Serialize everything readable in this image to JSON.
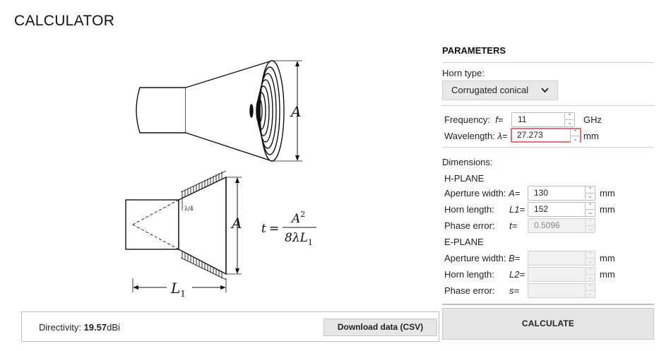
{
  "page": {
    "title": "CALCULATOR"
  },
  "diagram": {
    "label_A": "A",
    "label_lambda4": "λ/4",
    "label_L1": "L",
    "label_L1_sub": "1",
    "formula_lhs": "t =",
    "formula_num": "A",
    "formula_num_sup": "2",
    "formula_den": "8λL",
    "formula_den_sub": "1"
  },
  "parameters": {
    "title": "PARAMETERS",
    "horn_type_label": "Horn type:",
    "horn_type_value": "Corrugated conical",
    "frequency": {
      "label": "Frequency:",
      "symbol": "f=",
      "value": "11",
      "unit": "GHz"
    },
    "wavelength": {
      "label": "Wavelength:",
      "symbol": "λ=",
      "value": "27.273",
      "unit": "mm"
    },
    "dimensions_label": "Dimensions:",
    "h_plane": {
      "title": "H-PLANE",
      "aperture": {
        "label": "Aperture width:",
        "symbol": "A=",
        "value": "130",
        "unit": "mm"
      },
      "length": {
        "label": "Horn length:",
        "symbol": "L1=",
        "value": "152",
        "unit": "mm"
      },
      "phase": {
        "label": "Phase error:",
        "symbol": "t=",
        "value": "0.5096"
      }
    },
    "e_plane": {
      "title": "E-PLANE",
      "aperture": {
        "label": "Aperture width:",
        "symbol": "B=",
        "value": "",
        "unit": "mm"
      },
      "length": {
        "label": "Horn length:",
        "symbol": "L2=",
        "value": "",
        "unit": "mm"
      },
      "phase": {
        "label": "Phase error:",
        "symbol": "s=",
        "value": ""
      }
    }
  },
  "actions": {
    "calculate_label": "CALCULATE",
    "download_label": "Download data (CSV)"
  },
  "result": {
    "label": "Directivity:",
    "value": "19.57",
    "unit": "dBi"
  },
  "icons": {
    "select": "chevron-down-icon",
    "spinner_up": "chevron-up-icon",
    "spinner_down": "chevron-down-icon"
  },
  "colors": {
    "error_border": "#e36f6f",
    "button_bg": "#e5e5e5"
  }
}
